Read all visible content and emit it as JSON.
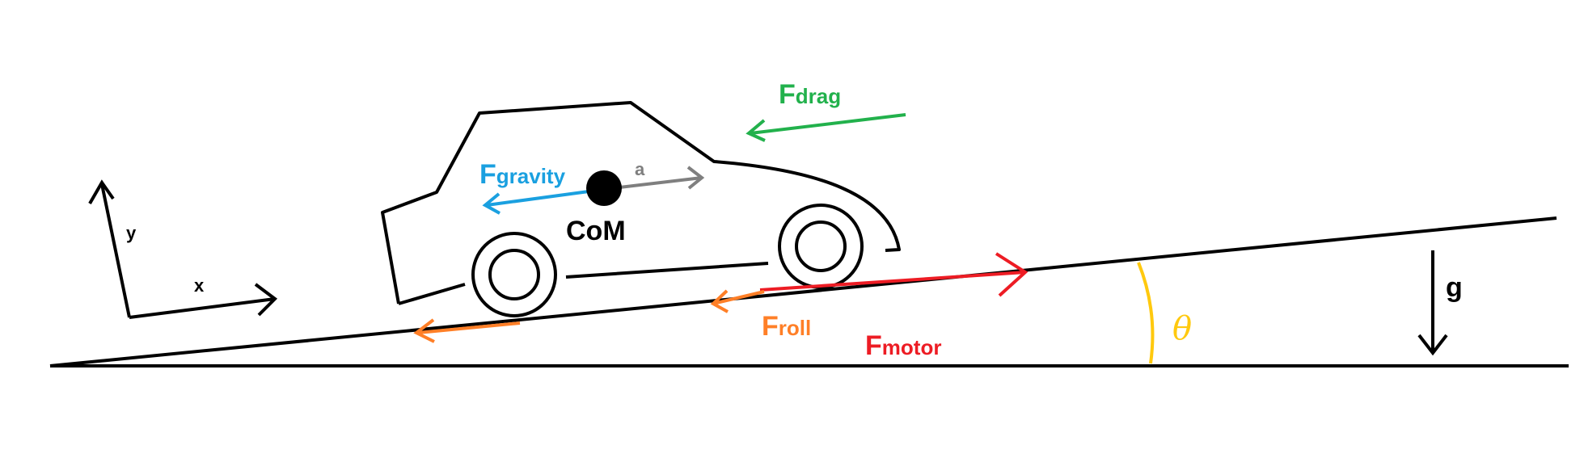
{
  "colors": {
    "ink": "#000000",
    "drag": "#22b14c",
    "gravity": "#1aa0e0",
    "accel": "#7f7f7f",
    "roll": "#ff7f27",
    "motor": "#ed1c24",
    "angle": "#ffc90e"
  },
  "labels": {
    "drag_main": "F",
    "drag_sub": "drag",
    "gravity_main": "F",
    "gravity_sub": "gravity",
    "accel": "a",
    "com": "CoM",
    "roll_main": "F",
    "roll_sub": "roll",
    "motor_main": "F",
    "motor_sub": "motor",
    "axis_x": "x",
    "axis_y": "y",
    "g": "g",
    "theta": "θ"
  }
}
